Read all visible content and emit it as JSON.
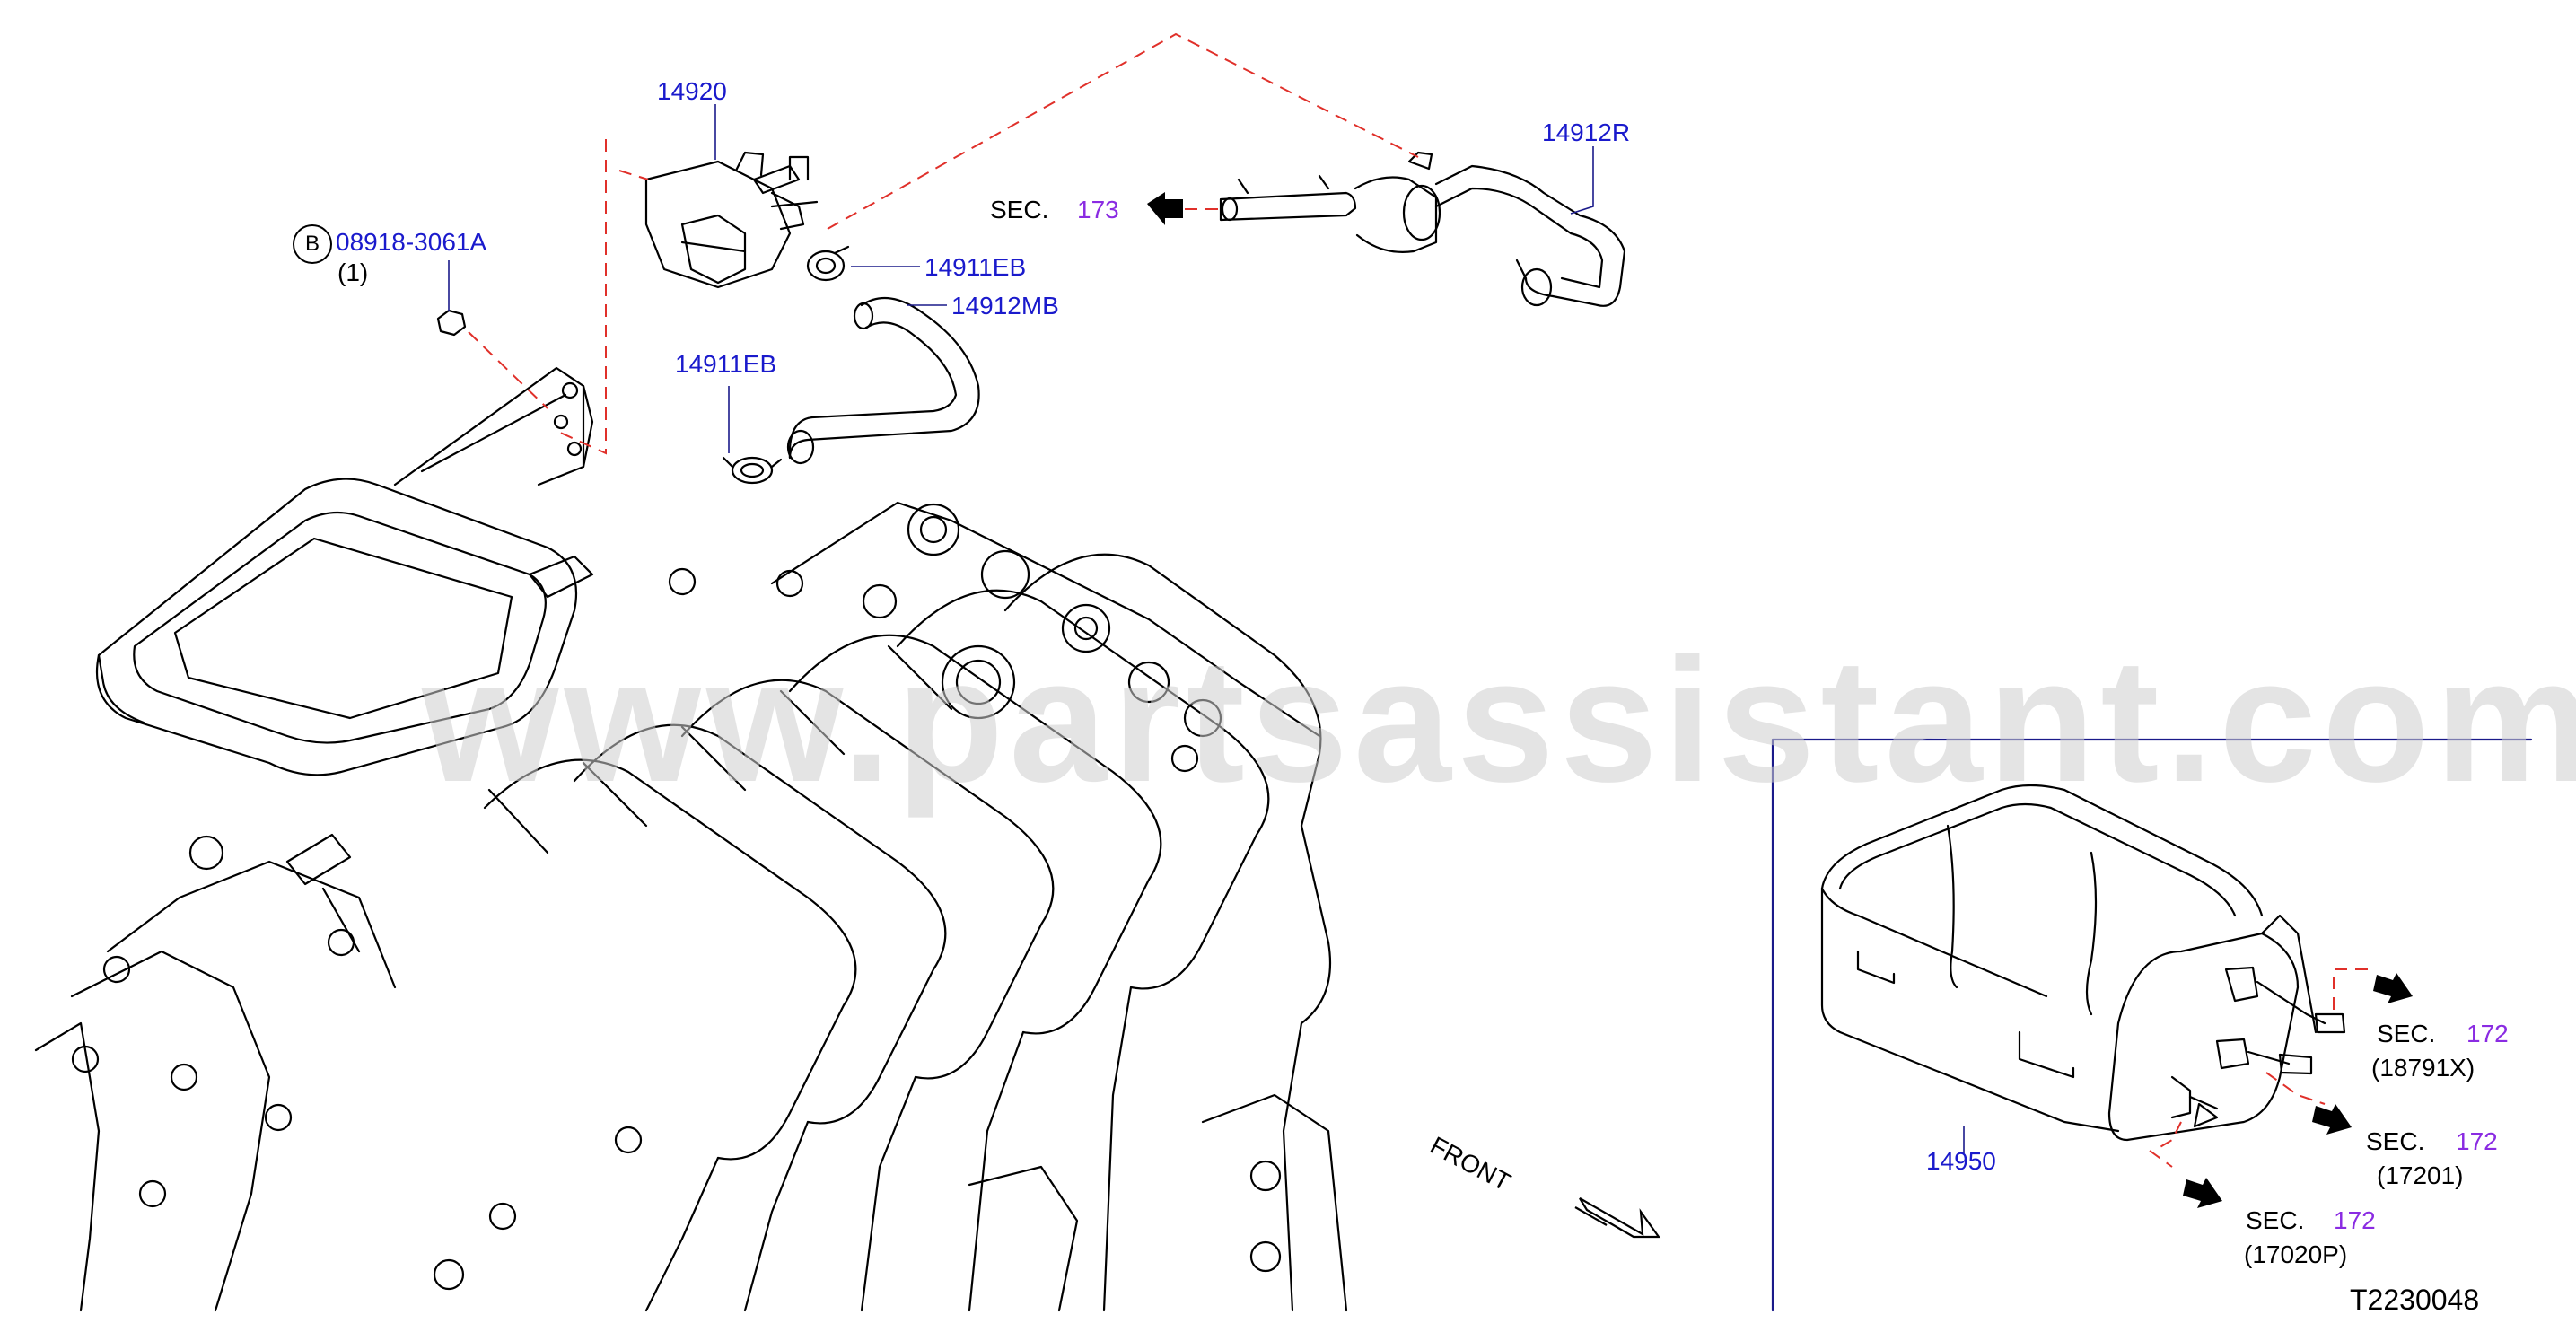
{
  "watermark": "www.partsassistant.com",
  "diagram_id": "T2230048",
  "front_label": "FRONT",
  "bolt": {
    "circle_letter": "B",
    "part": "08918-3061A",
    "qty": "(1)"
  },
  "callouts": {
    "p14920": "14920",
    "p14912R": "14912R",
    "p14911EB_a": "14911EB",
    "p14912MB": "14912MB",
    "p14911EB_b": "14911EB",
    "p14950": "14950"
  },
  "sections": {
    "sec173": {
      "prefix": "SEC.",
      "num": "173"
    },
    "sec172_a": {
      "prefix": "SEC.",
      "num": "172",
      "ref": "(18791X)"
    },
    "sec172_b": {
      "prefix": "SEC.",
      "num": "172",
      "ref": "(17201)"
    },
    "sec172_c": {
      "prefix": "SEC.",
      "num": "172",
      "ref": "(17020P)"
    }
  },
  "colors": {
    "part_number": "#1a1acc",
    "section_number": "#8a2be2",
    "dashed_leader": "#e0302a",
    "watermark": "#cfcfcf"
  }
}
